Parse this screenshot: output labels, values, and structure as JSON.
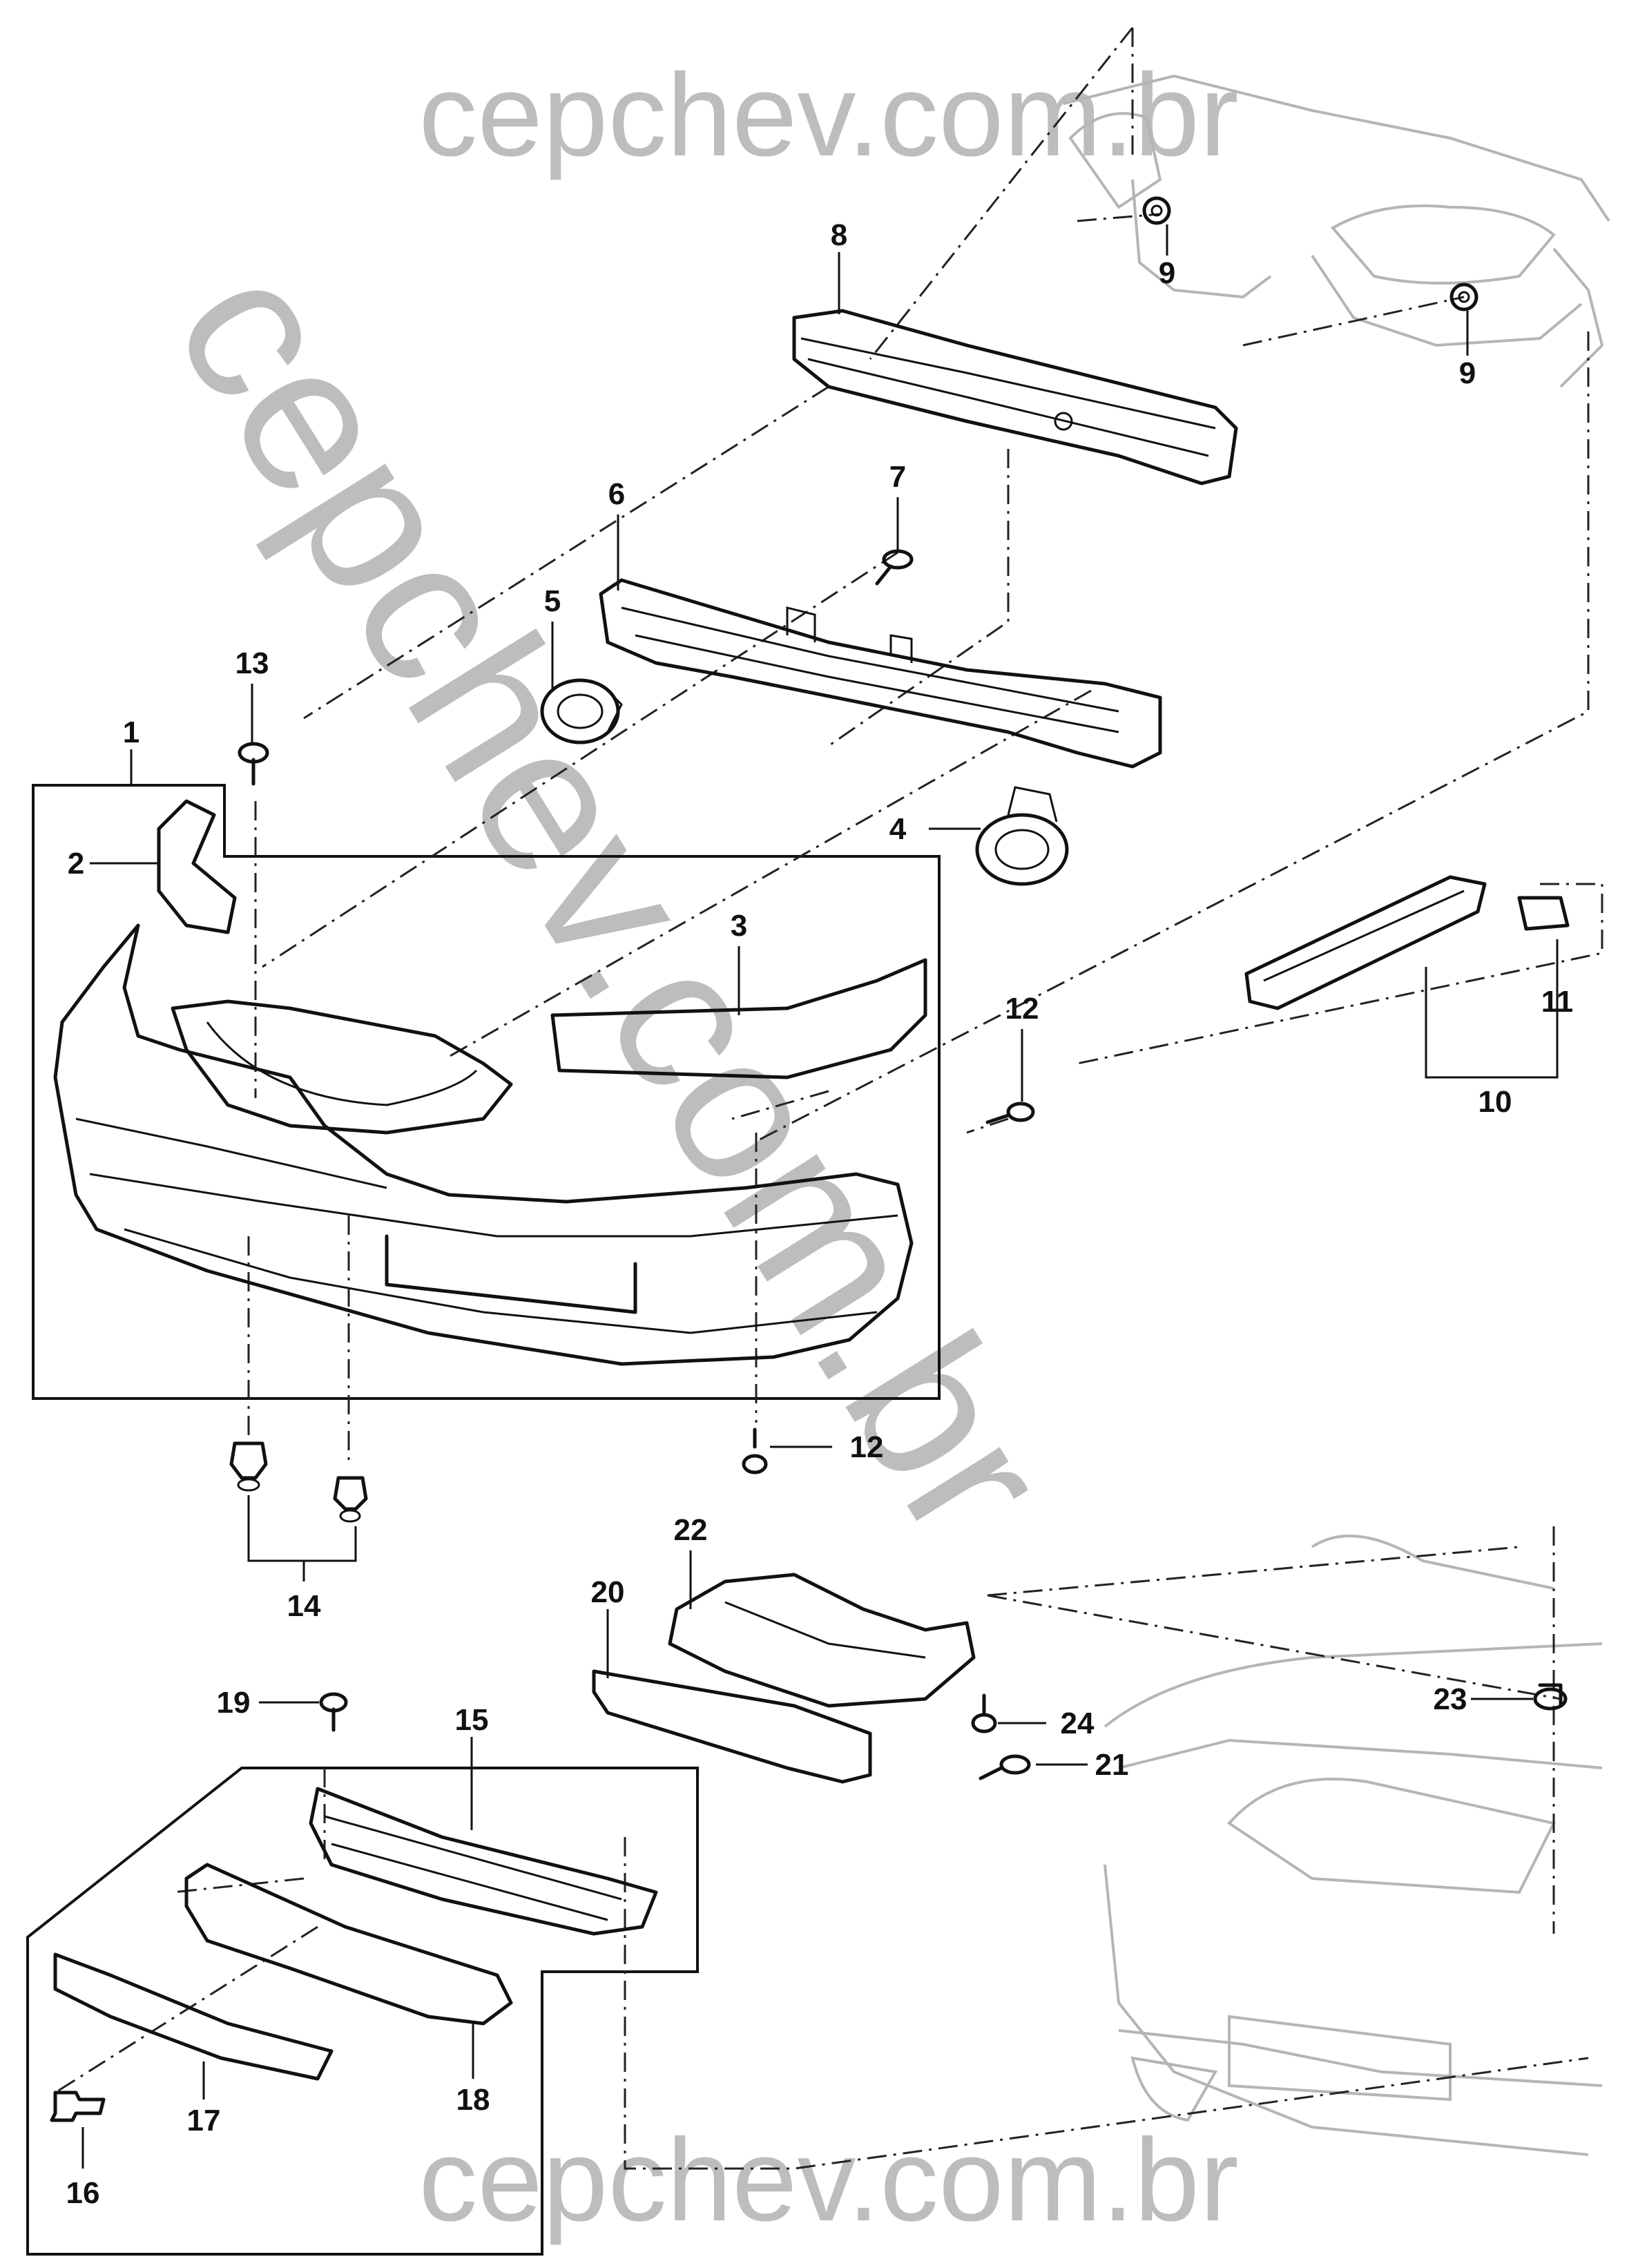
{
  "watermarks": {
    "top": "cepchev.com.br",
    "diagonal": "cepchev.com.br",
    "bottom": "cepchev.com.br"
  },
  "callouts": {
    "c1": "1",
    "c2": "2",
    "c3": "3",
    "c4": "4",
    "c5": "5",
    "c6": "6",
    "c7": "7",
    "c8": "8",
    "c9a": "9",
    "c9b": "9",
    "c10": "10",
    "c11": "11",
    "c12a": "12",
    "c12b": "12",
    "c13": "13",
    "c14": "14",
    "c15": "15",
    "c16": "16",
    "c17": "17",
    "c18": "18",
    "c19": "19",
    "c20": "20",
    "c21": "21",
    "c22": "22",
    "c23": "23",
    "c24": "24"
  }
}
